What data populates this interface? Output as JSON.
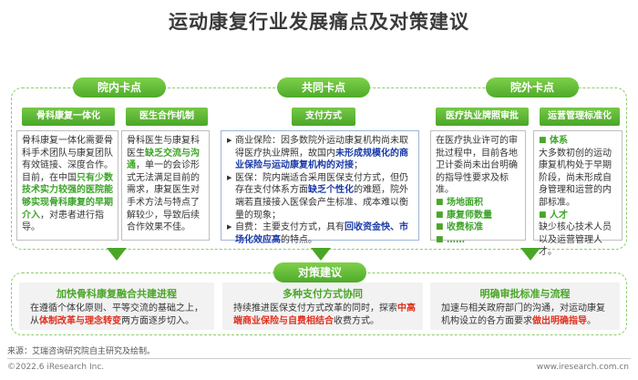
{
  "title": "运动康复行业发展痛点及对策建议",
  "top": {
    "left": {
      "header": "院内卡点",
      "col1": {
        "title": "骨科康复一体化"
      },
      "col2": {
        "title": "医生合作机制"
      }
    },
    "middle": {
      "header": "共同卡点",
      "title": "支付方式"
    },
    "right": {
      "header": "院外卡点",
      "col1": {
        "title": "医疗执业牌照审批"
      },
      "col2": {
        "title": "运营管理标准化"
      }
    }
  },
  "t": {
    "a1": "骨科康复一体化需要骨科手术团队与康复团队有效链接、深度合作。目前，在中国",
    "a2": "只有少数技术实力较强的医院能够实现骨科康复的早期介入",
    "a3": "，对患者进行指导。",
    "b1": "骨科医生与康复科医生",
    "b2": "缺乏交流与沟通",
    "b3": "，单一的会诊形式无法满足目前的需求，康复医生对手术方法与特点了解较少，导致后续合作效果不佳。",
    "c1_1": "商业保险：因多数院外运动康复机构尚未取得医疗执业牌照，故国内",
    "c1_2": "未形成规模化的商业保险与运动康复机构的对接",
    "c1_3": "；",
    "c2_1": "医保：院内端适合采用医保支付方式，但仍存在支付体系方面",
    "c2_2": "缺乏个性化",
    "c2_3": "的难题，院外端若直接接入医保会产生标准、成本难以衡量的现象；",
    "c3_1": "自费：主要支付方式，具有",
    "c3_2": "回收资金快、市场化效应高",
    "c3_3": "的特点。",
    "d1": "在医疗执业许可的审批过程中，目前各地卫计委尚未出台明确的指导性要求及标准。",
    "d_items": [
      "场地面积",
      "康复师数量",
      "收费标准",
      "……"
    ],
    "e_head": "体系",
    "e1": "大多数初创的运动康复机构处于早期阶段，尚未形成自身管理和运营的内部标准。",
    "e_head2": "人才",
    "e2": "缺少核心技术人员以及运营管理人才。"
  },
  "bottom": {
    "header": "对策建议",
    "s1": {
      "title": "加快骨科康复融合共建进程",
      "p1": "在遵循个体化原则、平等交流的基础之上，从",
      "p2": "体制改革与理念转变",
      "p3": "两方面逐步切入。"
    },
    "s2": {
      "title": "多种支付方式协同",
      "p1": "持续推进医保支付方式改革的同时，探索",
      "p2": "中高端商业保险与自费相结合",
      "p3": "收费方式。"
    },
    "s3": {
      "title": "明确审批标准与流程",
      "p1": "加速与相关政府部门的沟通，对运动康复机构设立的各方面要求",
      "p2": "做出明确指导",
      "p3": "。"
    }
  },
  "footer": {
    "source": "来源：艾瑞咨询研究院自主研究及绘制。",
    "copyright": "©2022.6 iResearch Inc.",
    "url": "www.iresearch.com.cn"
  },
  "colors": {
    "green": "#4aa628",
    "blue_text": "#1a3aa8",
    "red_text": "#e0301e"
  }
}
